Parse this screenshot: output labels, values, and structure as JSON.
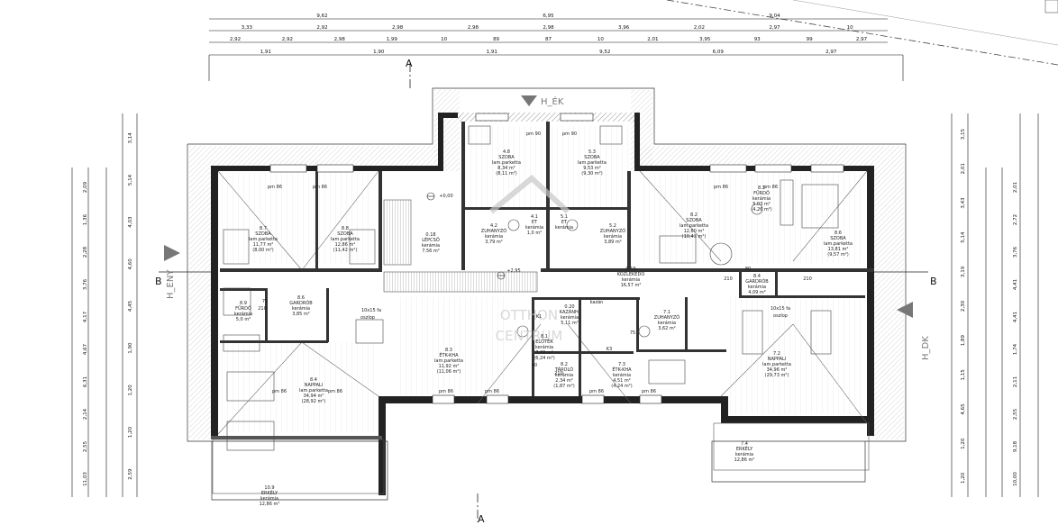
{
  "dims_top": {
    "row1": [
      "9,62",
      "6,95",
      "9,04"
    ],
    "row2": [
      "3,33",
      "2,92",
      "2,98",
      "2,98",
      "2,98",
      "3,96",
      "2,02",
      "2,97",
      "10"
    ],
    "row3": [
      "2,92",
      "2,92",
      "2,98",
      "1,99",
      "10",
      "89",
      "87",
      "10",
      "2,01",
      "3,95",
      "93",
      "99",
      "2,97"
    ],
    "row4": [
      "1,91",
      "1,90",
      "1,91",
      "9,52",
      "6,09",
      "2,97"
    ]
  },
  "dims_left": [
    "3,14",
    "5,14",
    "4,03",
    "4,60",
    "4,45",
    "1,90",
    "1,20",
    "1,20",
    "2,59",
    "2,09",
    "1,36",
    "2,28",
    "3,76",
    "4,17",
    "4,67",
    "6,31",
    "2,14",
    "2,55",
    "11,03"
  ],
  "dims_right": [
    "3,15",
    "2,01",
    "3,43",
    "5,14",
    "3,19",
    "2,30",
    "1,89",
    "1,15",
    "4,65",
    "1,20",
    "1,20",
    "2,01",
    "2,72",
    "3,76",
    "4,41",
    "4,41",
    "1,74",
    "2,11",
    "2,55",
    "9,18",
    "10,00"
  ],
  "section_labels": {
    "a": "A",
    "b": "B",
    "h_eny": "H_ENY",
    "h_ek": "H_ÉK",
    "h_dk": "H_DK"
  },
  "rooms": [
    {
      "num": "4.8",
      "name": "SZOBA",
      "floor": "lam.parketta",
      "area": "8,34 m²",
      "area2": "(8,11 m²)"
    },
    {
      "num": "5.3",
      "name": "SZOBA",
      "floor": "lam.parketta",
      "area": "9,53 m²",
      "area2": "(9,30 m²)"
    },
    {
      "num": "8.7",
      "name": "SZOBA",
      "floor": "lam.parketta",
      "area": "11,77 m²",
      "area2": "(8,00 m²)"
    },
    {
      "num": "8.8",
      "name": "SZOBA",
      "floor": "lam.parketta",
      "area": "12,86 m²",
      "area2": "(11,42 m²)"
    },
    {
      "num": "0.18",
      "name": "LÉPCSŐ",
      "floor": "kerámia",
      "area": "7,56 m²"
    },
    {
      "num": "4.2",
      "name": "ZUHANYZÓ",
      "floor": "kerámia",
      "area": "3,79 m²"
    },
    {
      "num": "4.1",
      "name": "ET",
      "floor": "kerámia",
      "area": "1,0 m²"
    },
    {
      "num": "5.1",
      "name": "ET",
      "floor": "kerámia"
    },
    {
      "num": "5.2",
      "name": "ZUHANYZÓ",
      "floor": "kerámia",
      "area": "3,89 m²"
    },
    {
      "num": "8.2",
      "name": "SZOBA",
      "floor": "lam.parketta",
      "area": "12,60 m²",
      "area2": "(10,43 m²)"
    },
    {
      "num": "8.3",
      "name": "FÜRDŐ",
      "floor": "kerámia",
      "area": "5,03 m²",
      "area2": "(4,26 m²)"
    },
    {
      "num": "8.6",
      "name": "SZOBA",
      "floor": "lam.parketta",
      "area": "13,81 m²",
      "area2": "(9,57 m²)"
    },
    {
      "num": "0.19",
      "name": "KÖZLEKEDŐ",
      "floor": "kerámia",
      "area": "16,57 m²"
    },
    {
      "num": "8.4",
      "name": "GARDRÓB",
      "floor": "kerámia",
      "area": "4,09 m²"
    },
    {
      "num": "8.9",
      "name": "FÜRDŐ",
      "floor": "kerámia",
      "area": "5,0 m²"
    },
    {
      "num": "8.6",
      "name": "GARDRÓB",
      "floor": "kerámia",
      "area": "3,85 m²"
    },
    {
      "num": "0.20",
      "name": "KAZÁNH.",
      "floor": "kerámia",
      "area": "5,11 m²"
    },
    {
      "num": "7.1",
      "name": "ZUHANYZÓ",
      "floor": "kerámia",
      "area": "3,62 m²"
    },
    {
      "num": "8.1",
      "name": "ELŐTÉR",
      "floor": "kerámia",
      "area": "7,30 m²",
      "area2": "(6,24 m²)"
    },
    {
      "num": "8.3",
      "name": "ÉTK-KHA",
      "floor": "lam.parketta",
      "area": "11,92 m²",
      "area2": "(11,06 m²)"
    },
    {
      "num": "8.2",
      "name": "TÁROLÓ",
      "floor": "kerámia",
      "area": "2,34 m²",
      "area2": "(1,87 m²)"
    },
    {
      "num": "7.3",
      "name": "ÉTK-KHA",
      "floor": "kerámia",
      "area": "4,51 m²",
      "area2": "(4,24 m²)"
    },
    {
      "num": "7.2",
      "name": "NAPPALI",
      "floor": "lam.parketta",
      "area": "34,96 m²",
      "area2": "(29,73 m²)"
    },
    {
      "num": "8.4",
      "name": "NAPPALI",
      "floor": "lam.parketta",
      "area": "34,94 m²",
      "area2": "(28,92 m²)"
    },
    {
      "num": "10.9",
      "name": "ERKÉLY",
      "floor": "kerámia",
      "area": "12,86 m²"
    },
    {
      "num": "7.4",
      "name": "ERKÉLY",
      "floor": "kerámia",
      "area": "12,86 m²"
    }
  ],
  "notes": {
    "pm86": "pm 86",
    "pm90": "pm 90",
    "oszlop1": "10x15 fa",
    "oszlop1b": "oszlop",
    "oszlop2": "10x15 fa",
    "oszlop2b": "oszlop",
    "level0": "+0,00",
    "level1": "+2,95",
    "d75": "75",
    "d210": "210",
    "d80": "80",
    "d90": "90",
    "k1": "K1",
    "k3": "K3",
    "kazan": "kazán"
  },
  "watermark": {
    "line1": "OTTHON",
    "line2": "CENTRUM"
  }
}
